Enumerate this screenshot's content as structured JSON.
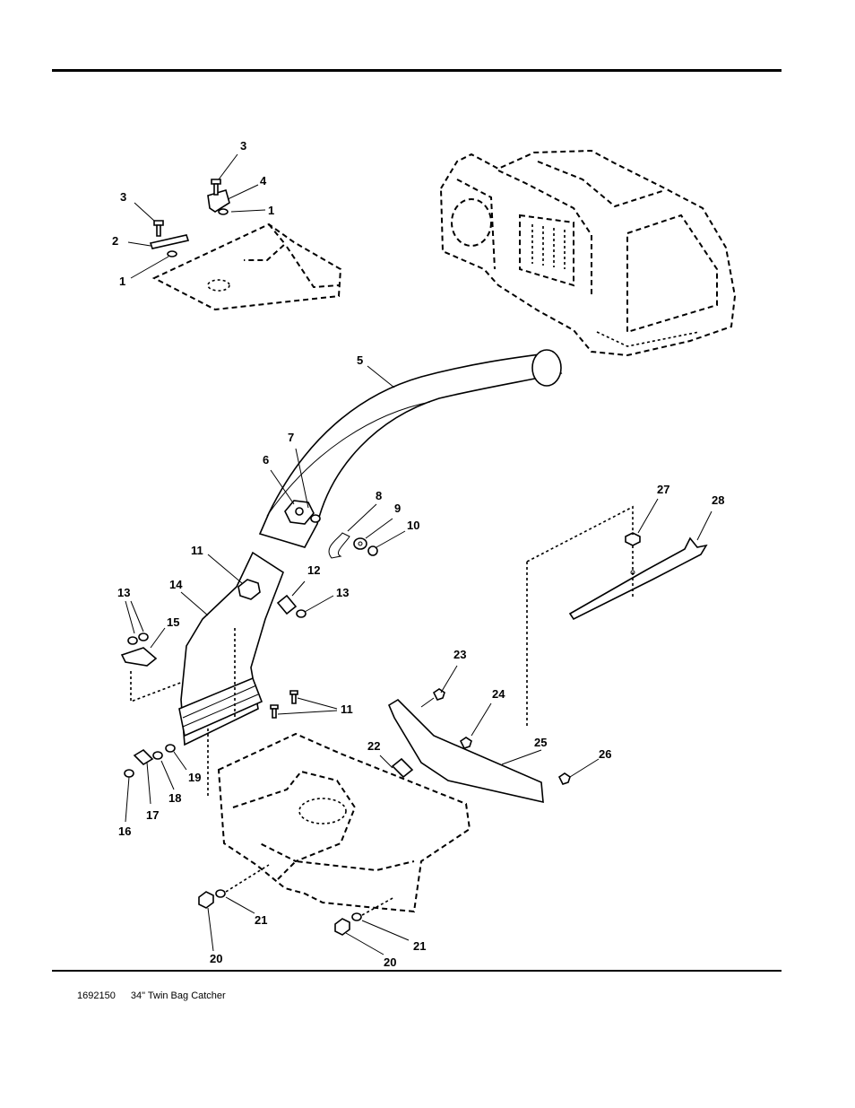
{
  "footer": {
    "part_number": "1692150",
    "title": "34\" Twin Bag Catcher"
  },
  "callouts": [
    {
      "id": "c3a",
      "label": "3"
    },
    {
      "id": "c4",
      "label": "4"
    },
    {
      "id": "c3b",
      "label": "3"
    },
    {
      "id": "c1a",
      "label": "1"
    },
    {
      "id": "c2",
      "label": "2"
    },
    {
      "id": "c1b",
      "label": "1"
    },
    {
      "id": "c5",
      "label": "5"
    },
    {
      "id": "c7",
      "label": "7"
    },
    {
      "id": "c6",
      "label": "6"
    },
    {
      "id": "c8",
      "label": "8"
    },
    {
      "id": "c9",
      "label": "9"
    },
    {
      "id": "c10",
      "label": "10"
    },
    {
      "id": "c27",
      "label": "27"
    },
    {
      "id": "c28",
      "label": "28"
    },
    {
      "id": "c11a",
      "label": "11"
    },
    {
      "id": "c12",
      "label": "12"
    },
    {
      "id": "c13a",
      "label": "13"
    },
    {
      "id": "c14",
      "label": "14"
    },
    {
      "id": "c13b",
      "label": "13"
    },
    {
      "id": "c15",
      "label": "15"
    },
    {
      "id": "c23",
      "label": "23"
    },
    {
      "id": "c24",
      "label": "24"
    },
    {
      "id": "c11b",
      "label": "11"
    },
    {
      "id": "c25",
      "label": "25"
    },
    {
      "id": "c22",
      "label": "22"
    },
    {
      "id": "c26",
      "label": "26"
    },
    {
      "id": "c19",
      "label": "19"
    },
    {
      "id": "c18",
      "label": "18"
    },
    {
      "id": "c17",
      "label": "17"
    },
    {
      "id": "c16",
      "label": "16"
    },
    {
      "id": "c21a",
      "label": "21"
    },
    {
      "id": "c21b",
      "label": "21"
    },
    {
      "id": "c20a",
      "label": "20"
    },
    {
      "id": "c20b",
      "label": "20"
    }
  ]
}
